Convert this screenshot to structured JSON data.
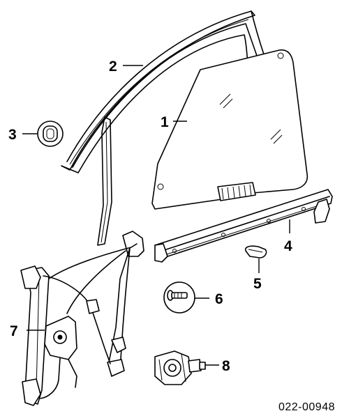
{
  "callouts": [
    {
      "id": "1",
      "label": "1"
    },
    {
      "id": "2",
      "label": "2"
    },
    {
      "id": "3",
      "label": "3"
    },
    {
      "id": "4",
      "label": "4"
    },
    {
      "id": "5",
      "label": "5"
    },
    {
      "id": "6",
      "label": "6"
    },
    {
      "id": "7",
      "label": "7"
    },
    {
      "id": "8",
      "label": "8"
    }
  ],
  "reference_code": "022-00948"
}
